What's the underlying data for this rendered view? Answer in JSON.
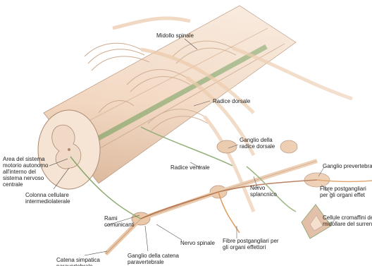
{
  "labels": {
    "spinal_cord": "Midollo spinale",
    "dorsal_root": "Radice dorsale",
    "dorsal_root_ganglion": [
      "Ganglio della",
      "radice dorsale"
    ],
    "prevertebral_ganglion": "Ganglio prevertebrale",
    "autonomic_area": [
      "Area del sistema",
      "motorio autonomo",
      "all'interno del",
      "sistema nervoso",
      "centrale"
    ],
    "ventral_root": "Radice ventrale",
    "splanchnic_nerve": [
      "Nervo",
      "splancnico"
    ],
    "postganglionic_right": [
      "Fibre postgangliari",
      "per gli organi effet"
    ],
    "intermediolateral_column": [
      "Colonna cellulare",
      "intermediolaterale"
    ],
    "communicating_rami": [
      "Rami",
      "comunicanti"
    ],
    "chromaffin_cells": [
      "Cellule cromaffini de",
      "midollare del surren"
    ],
    "spinal_nerve": "Nervo spinale",
    "postganglionic_bottom": [
      "Fibre postgangliari per",
      "gli organi effettori"
    ],
    "sympathetic_chain": [
      "Catena simpatica",
      "paravertebrale"
    ],
    "paravertebral_ganglion": [
      "Ganglio della catena",
      "paravertebrale"
    ]
  },
  "colors": {
    "cord": "#f1d4bc",
    "cord_shadow": "#d9b395",
    "nerve": "#e8c09c",
    "nerve_outline": "#a88368",
    "leader": "#333333",
    "green_fiber": "#7fa060",
    "red_fiber": "#a35a2f",
    "orange_fiber": "#d4843a",
    "adrenal": "#d9a98a",
    "chromaffin_outline": "#6f8c4a"
  }
}
